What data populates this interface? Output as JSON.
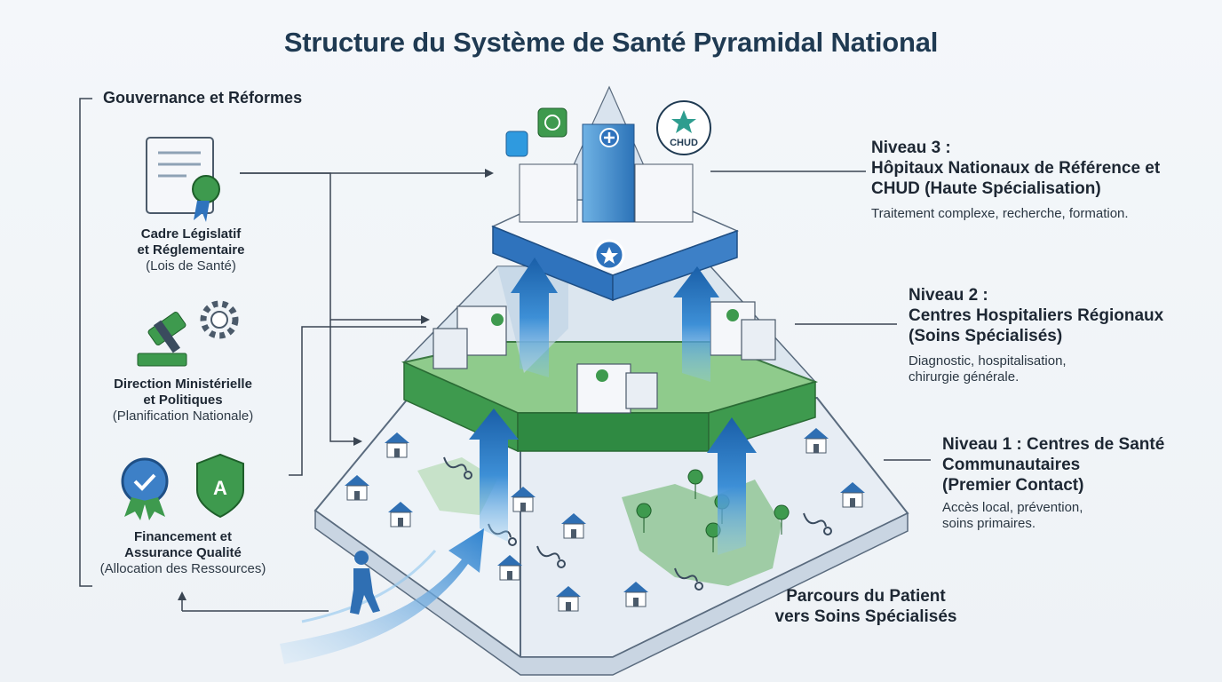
{
  "title": "Structure du Système de Santé Pyramidal National",
  "governance": {
    "title": "Gouvernance et Réformes",
    "blocks": [
      {
        "line1": "Cadre Législatif",
        "line2": "et Réglementaire",
        "sub": "(Lois de Santé)",
        "icon": "law-scroll-icon"
      },
      {
        "line1": "Direction Ministérielle",
        "line2": "et Politiques",
        "sub": "(Planification Nationale)",
        "icon": "gavel-gear-icon"
      },
      {
        "line1": "Financement et",
        "line2": "Assurance Qualité",
        "sub": "(Allocation des Ressources)",
        "icon": "quality-badge-icon"
      }
    ]
  },
  "levels": [
    {
      "head_line1": "Niveau 3 :",
      "head_line2": "Hôpitaux Nationaux de Référence et",
      "head_line3": "CHUD (Haute Spécialisation)",
      "desc_line1": "Traitement complexe, recherche, formation.",
      "desc_line2": ""
    },
    {
      "head_line1": "Niveau 2 :",
      "head_line2": "Centres Hospitaliers Régionaux",
      "head_line3": "(Soins Spécialisés)",
      "desc_line1": "Diagnostic, hospitalisation,",
      "desc_line2": "chirurgie générale."
    },
    {
      "head_line1": "Niveau 1 : Centres de Santé",
      "head_line2": "Communautaires",
      "head_line3": "(Premier Contact)",
      "desc_line1": "Accès local, prévention,",
      "desc_line2": "soins primaires."
    }
  ],
  "badge_text": "CHUD",
  "patient_path": {
    "line1": "Parcours du Patient",
    "line2": "vers Soins Spécialisés"
  },
  "colors": {
    "navy": "#1f3a52",
    "blue_accent": "#2e7dc4",
    "green": "#3e9a4e",
    "tier_blue": "#3d80c7"
  }
}
